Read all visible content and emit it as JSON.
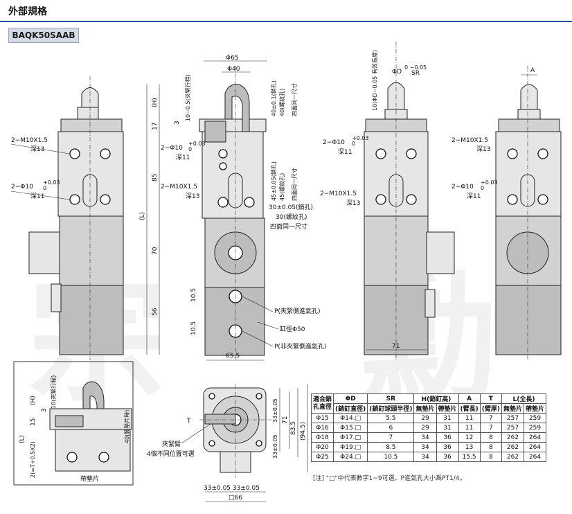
{
  "header": {
    "section_title": "外部規格",
    "model": "BAQK50SAAB"
  },
  "watermark": {
    "left": "宗",
    "right": "勳"
  },
  "colors": {
    "title_rule": "#1e4fa0",
    "badge_bg": "#d4dbe6",
    "body": "#d2d2d2"
  },
  "front_view": {
    "tap1": "2−M10X1.5",
    "tap1_depth": "深13",
    "pin1": "2−Φ10",
    "pin1_tol": "+0.03",
    "pin1_tol0": "0",
    "pin1_depth": "深11"
  },
  "side_view": {
    "phi65": "Φ65",
    "phi40": "Φ40",
    "clamp_stroke": "10−0.5(夾緊行程)",
    "h": "(H)",
    "d17": "17",
    "d3": "3",
    "d85": "85",
    "d70": "70",
    "d56": "56",
    "l": "(L)",
    "d10_5a": "10.5",
    "d10_5b": "10.5",
    "d65_5": "65.5",
    "pin_label": "2−Φ10",
    "pin_tol": "+0.03",
    "pin_tol0": "0",
    "pin_depth": "深11",
    "tap_label": "2−M10X1.5",
    "tap_depth": "深13",
    "v40a": "40±0.1(銷孔)",
    "v40b": "40(螺紋孔)",
    "v_same1": "四面同一尺寸",
    "v45a": "45±0.05(銷孔)",
    "v45b": "45(螺紋孔)",
    "v_same2": "四面同一尺寸",
    "h30a": "30±0.05(銷孔)",
    "h30b": "30(螺紋孔)",
    "h_same": "四面同一尺寸",
    "port_p1": "P(夾緊側進氣孔)",
    "bore": "缸徑Φ50",
    "port_p2": "P(非夾緊側進氣孔)"
  },
  "rear_view": {
    "pin_label": "2−Φ10",
    "pin_tol": "+0.03",
    "pin_tol0": "0",
    "pin_depth": "深11",
    "tap_label": "2−M10X1.5",
    "tap_depth": "深13",
    "phi_d": "ΦD",
    "phi_d_tol": "0 −0.05",
    "sr": "SR",
    "effective_len": "10(ΦD−0.05 有效長度)",
    "d71": "71"
  },
  "right_view": {
    "a": "A",
    "tap_label": "2−M10X1.5",
    "tap_depth": "深13",
    "pin_label": "2−Φ10",
    "pin_tol": "+0.03",
    "pin_tol0": "0",
    "pin_depth": "深11"
  },
  "detail_view": {
    "clamp_stroke": "10(夾緊行程)",
    "h": "(H)",
    "d3": "3",
    "d15": "15",
    "l": "(L)",
    "formula": "2(=T+0.5X2)",
    "pad_height": "40(裝墊片時)",
    "pad": "帶墊片"
  },
  "top_view": {
    "t": "T",
    "arm": "夾緊臂",
    "positions": "4個不同位置可選",
    "d33a": "33±0.05",
    "d33b": "33±0.05",
    "d71": "71",
    "d83_5": "83.5",
    "d94_5": "(94.5)",
    "bottom": "33±0.05 33±0.05",
    "sq66": "□66"
  },
  "table": {
    "headers": [
      "適合銷\n孔直徑",
      "ΦD",
      "SR",
      "H(銷釘高)",
      "A",
      "T",
      "L(全長)"
    ],
    "subheaders": [
      "(銷釘直徑)",
      "(銷釘球頭半徑)",
      "無墊片",
      "帶墊片",
      "(臂長)",
      "(臂厚)",
      "無墊片",
      "帶墊片"
    ],
    "rows": [
      [
        "Φ15",
        "Φ14.□",
        "5.5",
        "29",
        "31",
        "11",
        "7",
        "257",
        "259"
      ],
      [
        "Φ16",
        "Φ15.□",
        "6",
        "29",
        "31",
        "11",
        "7",
        "257",
        "259"
      ],
      [
        "Φ18",
        "Φ17.□",
        "7",
        "34",
        "36",
        "12",
        "8",
        "262",
        "264"
      ],
      [
        "Φ20",
        "Φ19.□",
        "8.5",
        "34",
        "36",
        "13",
        "8",
        "262",
        "264"
      ],
      [
        "Φ25",
        "Φ24.□",
        "10.5",
        "34",
        "36",
        "15.5",
        "8",
        "262",
        "264"
      ]
    ]
  },
  "note": "[注] \"□\"中代表數字1~9可選。P進氣孔大小爲PT1/4。"
}
